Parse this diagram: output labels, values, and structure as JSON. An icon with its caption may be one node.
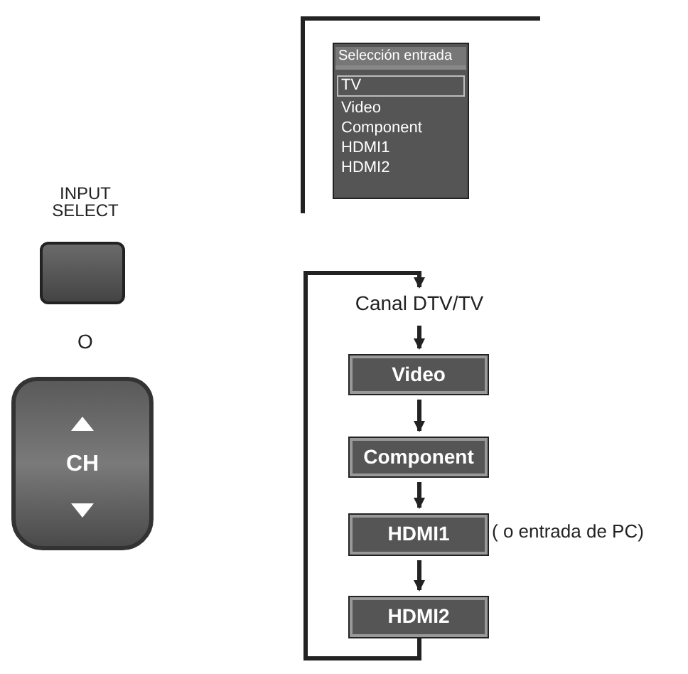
{
  "diagram": {
    "nodes": [
      {
        "text": [
          "INPUT SELECT"
        ]
      },
      {
        "text": [
          "CH"
        ]
      },
      {
        "text": [
          "Selección entrada",
          "TV",
          "Video",
          "Component",
          "HDMI1",
          "HDMI2"
        ]
      },
      {
        "text": [
          "Canal DTV/TV"
        ]
      },
      {
        "text": [
          "Video"
        ]
      },
      {
        "text": [
          "Component"
        ]
      },
      {
        "text": [
          "HDMI1"
        ],
        "beside": [
          "( o entrada de PC)"
        ]
      },
      {
        "text": [
          "HDMI2"
        ]
      }
    ],
    "edges": [
      {
        "from": 3,
        "to": 4,
        "arrow": "to"
      },
      {
        "from": 4,
        "to": 5,
        "arrow": "to"
      },
      {
        "from": 5,
        "to": 6,
        "arrow": "to"
      },
      {
        "from": 6,
        "to": 7,
        "arrow": "to"
      },
      {
        "from": 7,
        "to": 3,
        "arrow": "to"
      }
    ],
    "labels": [
      "O"
    ]
  }
}
